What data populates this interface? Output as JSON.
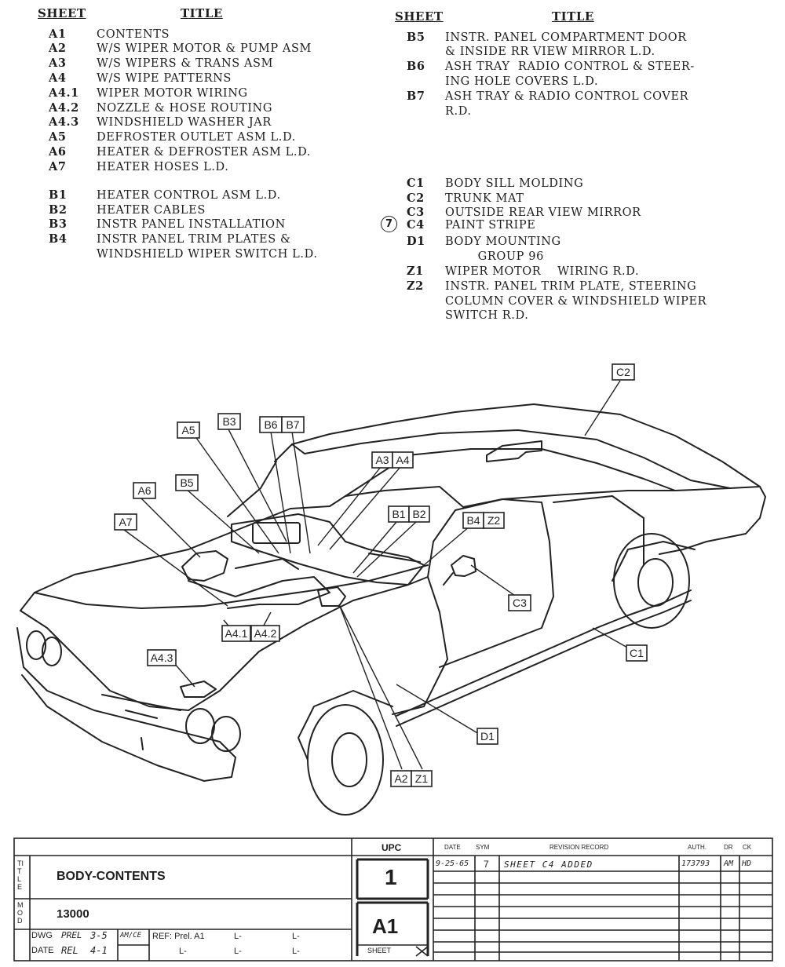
{
  "index": {
    "left": {
      "sheet_header": "SHEET",
      "title_header": "TITLE",
      "rows": [
        {
          "code": "A1",
          "title": "CONTENTS"
        },
        {
          "code": "A2",
          "title": "W/S WIPER MOTOR & PUMP ASM"
        },
        {
          "code": "A3",
          "title": "W/S WIPERS & TRANS ASM"
        },
        {
          "code": "A4",
          "title": "W/S WIPE PATTERNS"
        },
        {
          "code": "A4.1",
          "title": "WIPER MOTOR WIRING"
        },
        {
          "code": "A4.2",
          "title": "NOZZLE & HOSE ROUTING"
        },
        {
          "code": "A4.3",
          "title": "WINDSHIELD WASHER JAR"
        },
        {
          "code": "A5",
          "title": "DEFROSTER OUTLET ASM L.D."
        },
        {
          "code": "A6",
          "title": "HEATER & DEFROSTER ASM L.D."
        },
        {
          "code": "A7",
          "title": "HEATER HOSES L.D."
        },
        {
          "code": "B1",
          "title": "HEATER CONTROL ASM L.D."
        },
        {
          "code": "B2",
          "title": "HEATER CABLES"
        },
        {
          "code": "B3",
          "title": "INSTR PANEL INSTALLATION"
        },
        {
          "code": "B4",
          "title": "INSTR PANEL TRIM PLATES &"
        },
        {
          "code": "",
          "title": "WINDSHIELD WIPER SWITCH L.D."
        }
      ]
    },
    "right": {
      "sheet_header": "SHEET",
      "title_header": "TITLE",
      "rows": [
        {
          "code": "B5",
          "title": "INSTR. PANEL COMPARTMENT DOOR"
        },
        {
          "code": "",
          "title": "& INSIDE RR VIEW MIRROR L.D."
        },
        {
          "code": "B6",
          "title": "ASH TRAY  RADIO CONTROL & STEER-"
        },
        {
          "code": "",
          "title": "ING HOLE COVERS L.D."
        },
        {
          "code": "B7",
          "title": "ASH TRAY & RADIO CONTROL COVER"
        },
        {
          "code": "",
          "title": "R.D."
        },
        {
          "code": "C1",
          "title": "BODY SILL MOLDING"
        },
        {
          "code": "C2",
          "title": "TRUNK MAT"
        },
        {
          "code": "C3",
          "title": "OUTSIDE REAR VIEW MIRROR"
        },
        {
          "code": "C4",
          "title": "PAINT STRIPE"
        },
        {
          "code": "D1",
          "title": "BODY MOUNTING"
        },
        {
          "code": "",
          "title": "        GROUP 96"
        },
        {
          "code": "Z1",
          "title": "WIPER MOTOR    WIRING R.D."
        },
        {
          "code": "Z2",
          "title": "INSTR. PANEL TRIM PLATE, STEERING"
        },
        {
          "code": "",
          "title": "COLUMN COVER & WINDSHIELD WIPER"
        },
        {
          "code": "",
          "title": "SWITCH R.D."
        }
      ],
      "revision_mark": "7"
    }
  },
  "callouts": [
    "A5",
    "B3",
    "B6",
    "B7",
    "A6",
    "B5",
    "A3",
    "A4",
    "A7",
    "B1",
    "B2",
    "B4",
    "Z2",
    "C2",
    "C3",
    "C1",
    "A4.1",
    "A4.2",
    "A4.3",
    "D1",
    "A2",
    "Z1"
  ],
  "title_block": {
    "title_letter": "TITLE",
    "title": "BODY-CONTENTS",
    "mod_letter": "MOD",
    "mod": "13000",
    "upc_label": "UPC",
    "upc": "1",
    "sheet": "A1",
    "sheet_label": "SHEET",
    "dwg_label": "DWG",
    "dwg_prel": "PREL",
    "dwg_prel_date": "3-5",
    "date_label": "DATE",
    "date_rel": "REL",
    "date_rel_date": "4-1",
    "initials": "AM/CE",
    "ref_label": "REF: Prel. A1",
    "l_marks": [
      "L-",
      "L-",
      "L-",
      "L-",
      "L-"
    ],
    "revision": {
      "headers": {
        "date": "DATE",
        "sym": "SYM",
        "record": "REVISION RECORD",
        "auth": "AUTH.",
        "dr": "DR",
        "ck": "CK"
      },
      "rows": [
        {
          "date": "9-25-65",
          "sym": "7",
          "record": "SHEET C4 ADDED",
          "auth": "173793",
          "dr": "AM",
          "ck": "HD"
        }
      ]
    }
  }
}
